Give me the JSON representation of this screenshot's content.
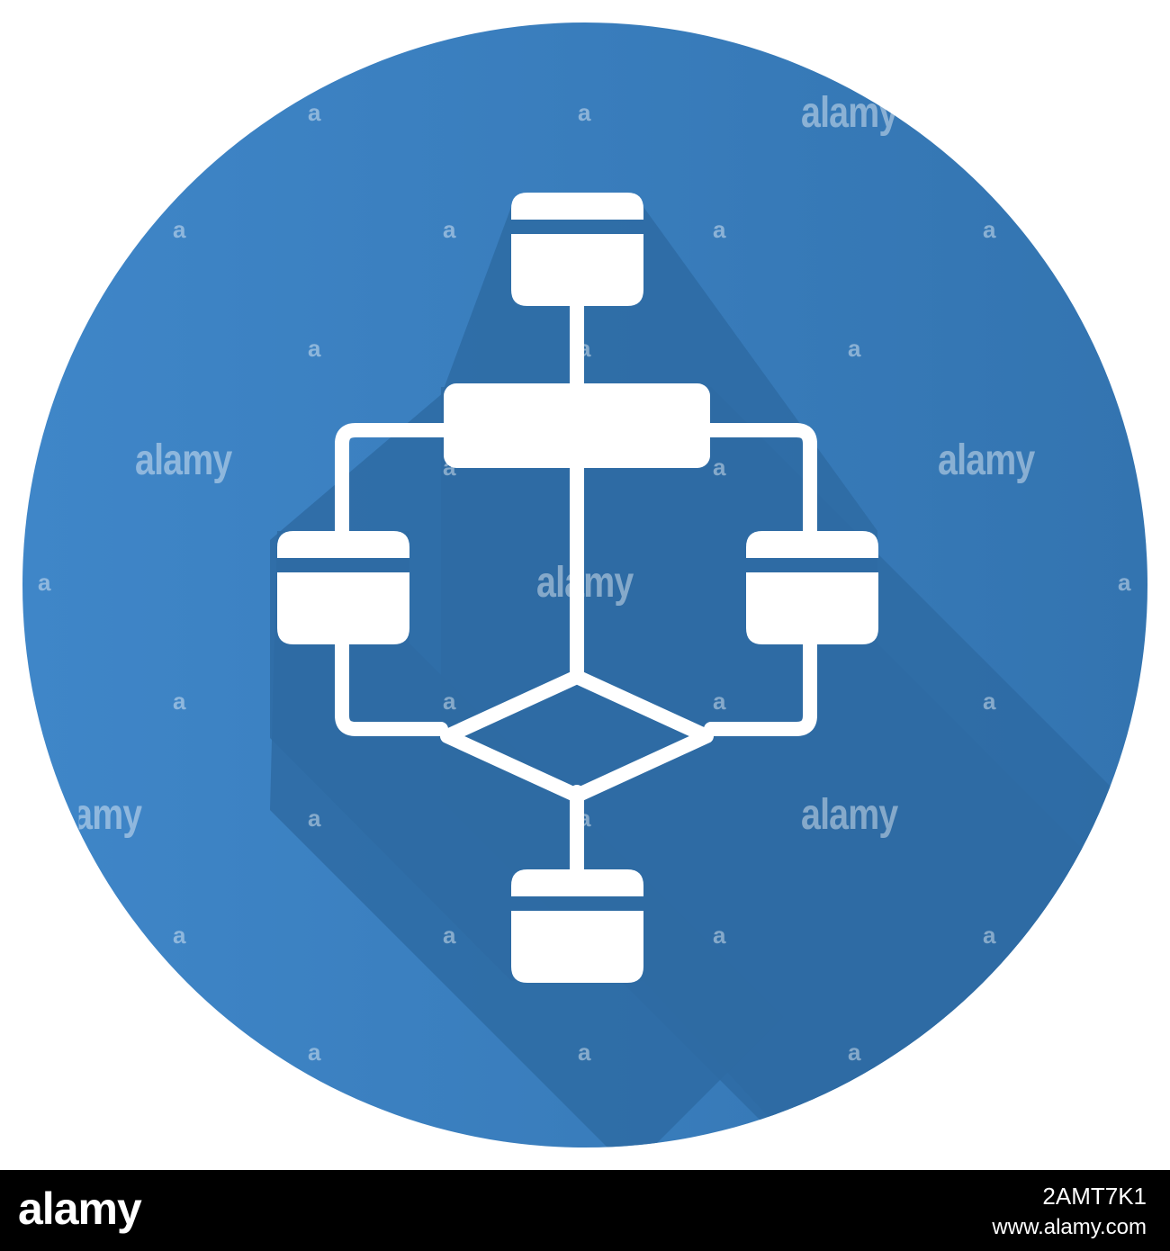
{
  "icon": {
    "name": "flowchart-icon",
    "style": "flat glyph with long shadow",
    "background_color": "#3a80c1",
    "shadow_color": "#2d6699",
    "glyph_color": "#ffffff"
  },
  "watermark": {
    "word": "alamy",
    "letter": "a"
  },
  "footer": {
    "logo": "alamy",
    "image_id": "2AMT7K1",
    "url": "www.alamy.com"
  }
}
